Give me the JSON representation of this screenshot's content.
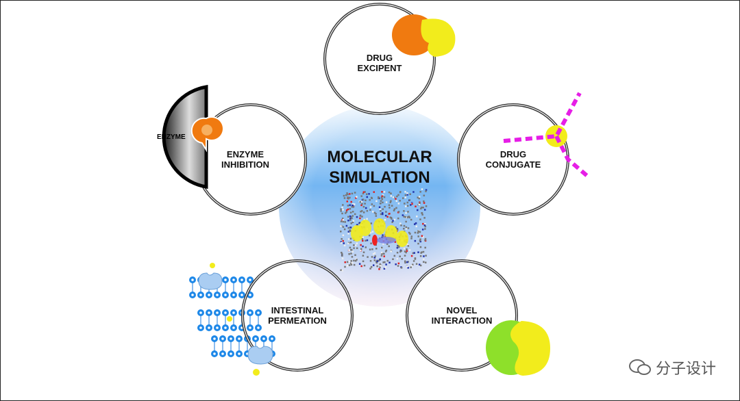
{
  "center": {
    "line1": "MOLECULAR",
    "line2": "SIMULATION"
  },
  "nodes": {
    "excipient": {
      "line1": "DRUG",
      "line2": "EXCIPENT"
    },
    "enzyme": {
      "line1": "ENZYME",
      "line2": "INHIBITION",
      "tag": "ENZYME"
    },
    "conjugate": {
      "line1": "DRUG",
      "line2": "CONJUGATE"
    },
    "permeation": {
      "line1": "INTESTINAL",
      "line2": "PERMEATION"
    },
    "novel": {
      "line1": "NOVEL",
      "line2": "INTERACTION"
    }
  },
  "watermark": {
    "text": "分子设计",
    "icon": "wechat-icon"
  },
  "colors": {
    "orange": "#f07a10",
    "yellow": "#f2ec1c",
    "magenta": "#e61ee6",
    "green": "#8ee02a",
    "lipid": "#1e88e8",
    "gradient_top": "#d8ecfb",
    "gradient_mid": "#74b6f2",
    "gradient_bottom": "#f3e6f2"
  }
}
